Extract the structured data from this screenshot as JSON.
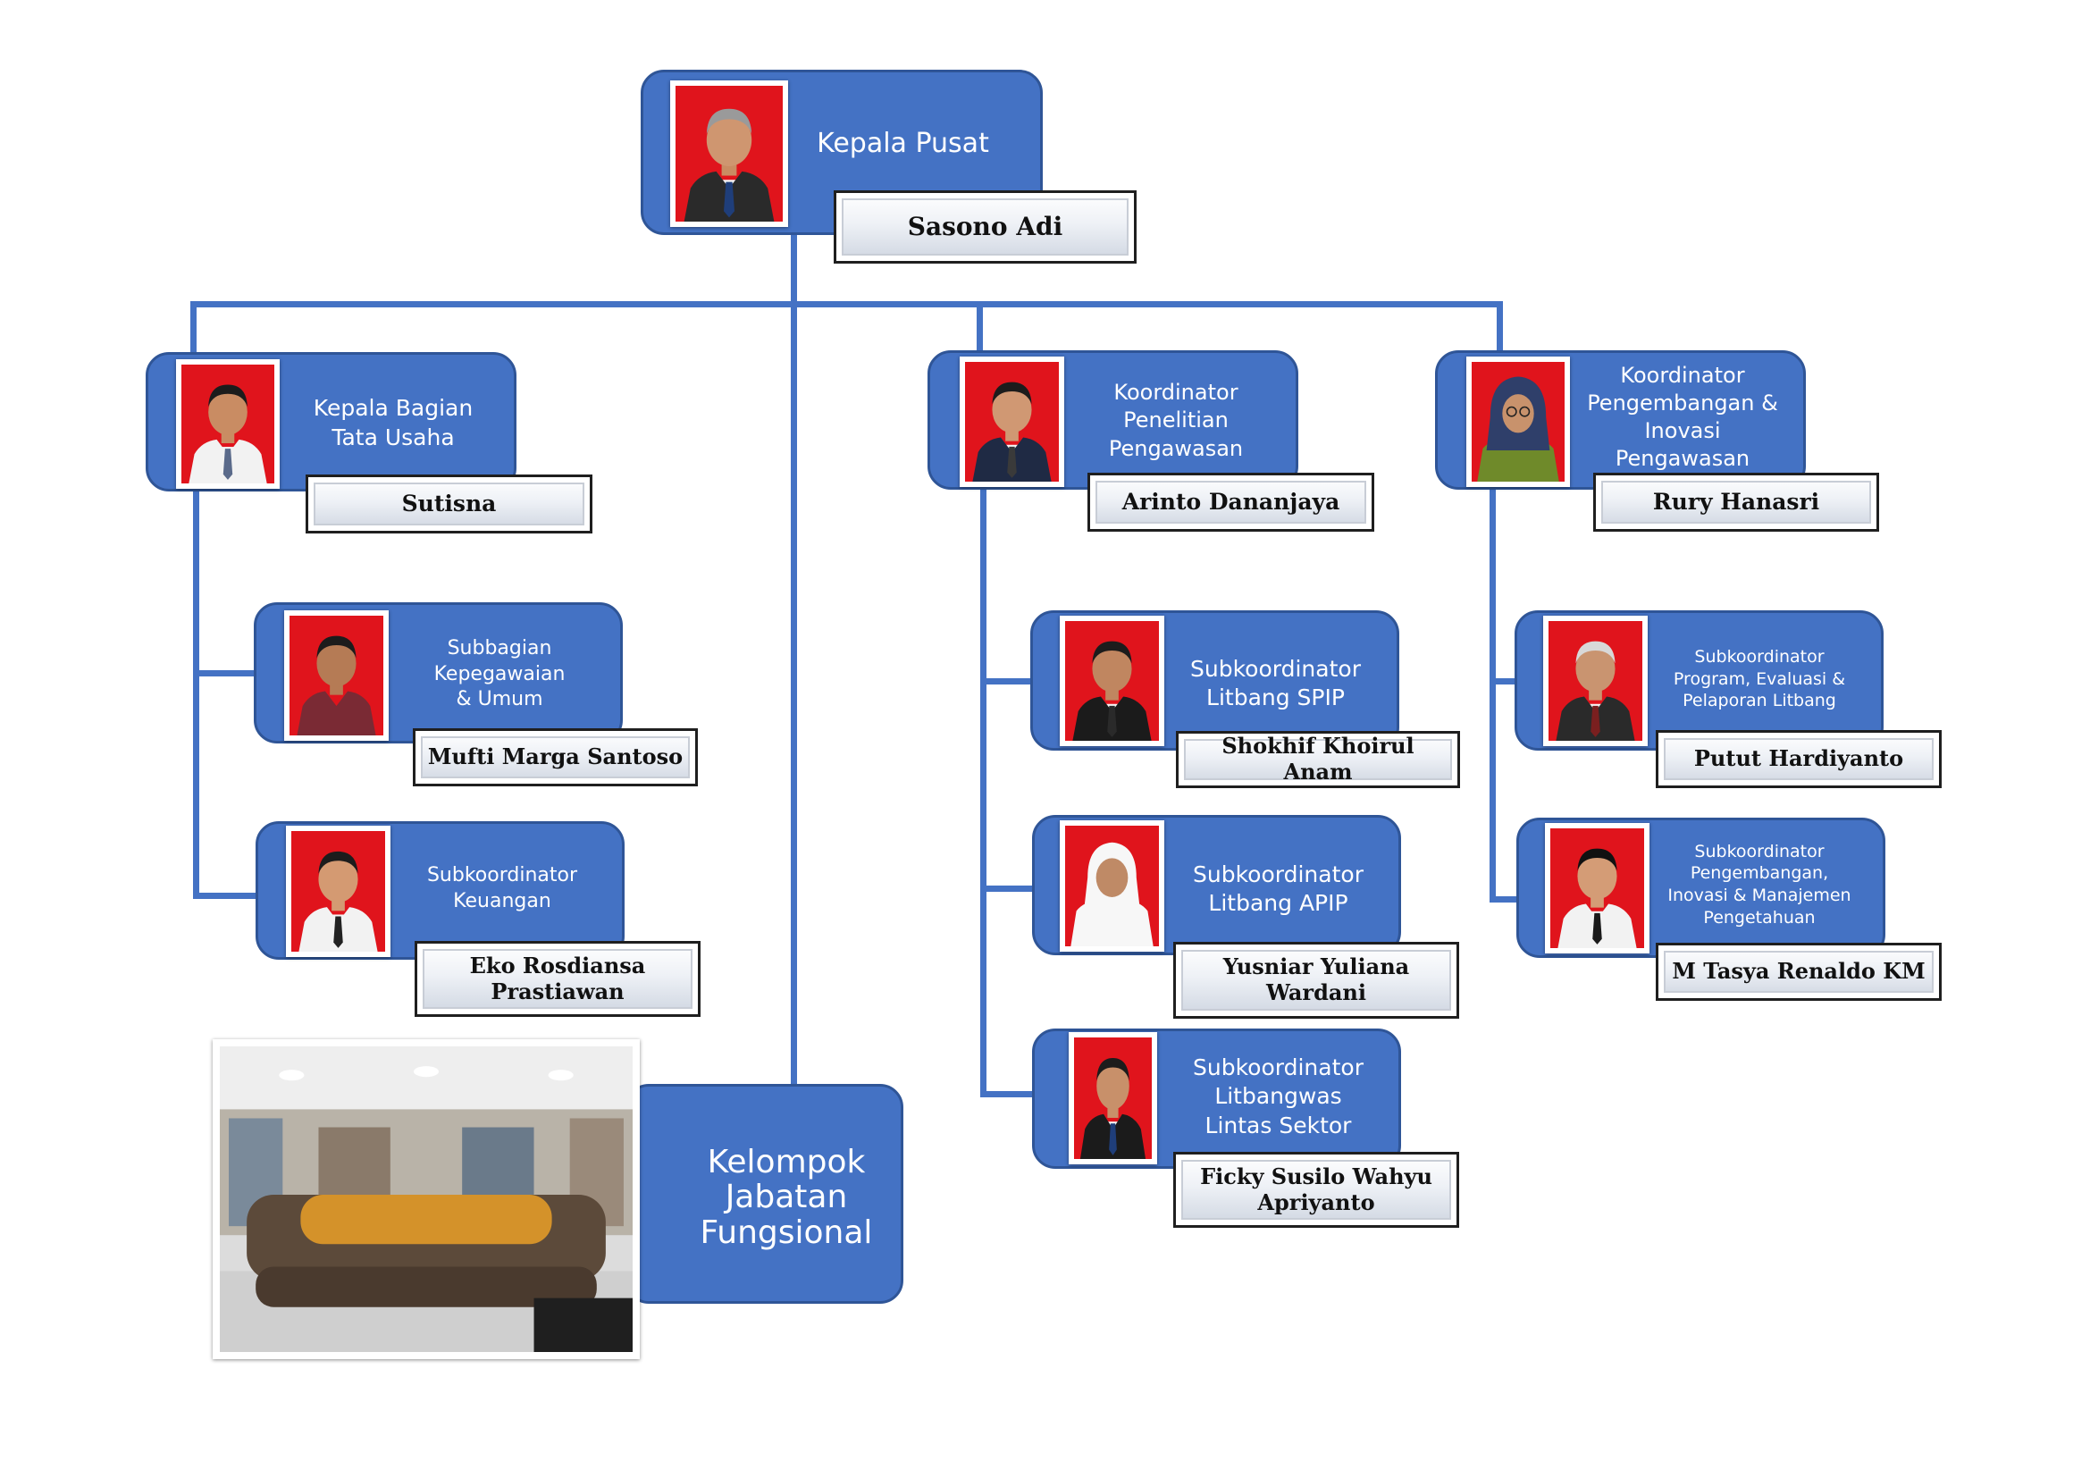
{
  "colors": {
    "box": "#4472C4",
    "connector": "#4472C4",
    "box_border": "#2F5597",
    "photo_background": "#E0141C"
  },
  "head": {
    "title": "Kepala Pusat",
    "name": "Sasono Adi"
  },
  "tata_usaha": {
    "head": {
      "title": "Kepala Bagian\nTata Usaha",
      "name": "Sutisna"
    },
    "subunits": [
      {
        "title": "Subbagian\nKepegawaian\n& Umum",
        "name": "Mufti Marga Santoso"
      },
      {
        "title": "Subkoordinator\nKeuangan",
        "name": "Eko Rosdiansa\nPrastiawan"
      }
    ]
  },
  "penelitian": {
    "head": {
      "title": "Koordinator\nPenelitian\nPengawasan",
      "name": "Arinto Dananjaya"
    },
    "subunits": [
      {
        "title": "Subkoordinator\nLitbang SPIP",
        "name": "Shokhif Khoirul Anam"
      },
      {
        "title": "Subkoordinator\nLitbang APIP",
        "name": "Yusniar Yuliana\nWardani"
      },
      {
        "title": "Subkoordinator\nLitbangwas\nLintas Sektor",
        "name": "Ficky Susilo Wahyu\nApriyanto"
      }
    ]
  },
  "pengembangan": {
    "head": {
      "title": "Koordinator\nPengembangan &\nInovasi Pengawasan",
      "name": "Rury Hanasri"
    },
    "subunits": [
      {
        "title": "Subkoordinator\nProgram, Evaluasi &\nPelaporan Litbang",
        "name": "Putut Hardiyanto"
      },
      {
        "title": "Subkoordinator\nPengembangan,\nInovasi & Manajemen\nPengetahuan",
        "name": "M Tasya Renaldo KM"
      }
    ]
  },
  "fungsional": {
    "title": "Kelompok\nJabatan\nFungsional"
  }
}
